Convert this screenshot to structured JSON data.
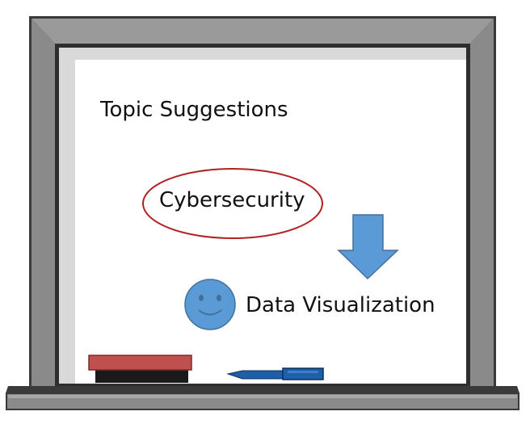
{
  "board": {
    "title": "Topic Suggestions",
    "highlighted_topic": "Cybersecurity",
    "next_topic": "Data Visualization"
  },
  "colors": {
    "frame_dark": "#3a3a3a",
    "frame_mid": "#8a8a8a",
    "frame_light": "#a8a8a8",
    "board_surface": "#ffffff",
    "board_shadow": "#d9d9d9",
    "circle_outline": "#b22222",
    "arrow_fill": "#5b9bd5",
    "smiley_fill": "#5b9bd5",
    "eraser_top": "#c0504d",
    "eraser_base": "#1a1a1a",
    "marker_body": "#1f5fa8"
  },
  "icons": {
    "arrow": "down-arrow-icon",
    "face": "smiley-face-icon",
    "eraser": "eraser-icon",
    "marker": "marker-icon"
  }
}
